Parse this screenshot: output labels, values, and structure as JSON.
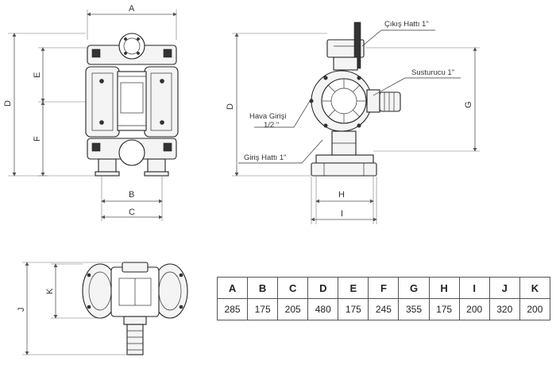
{
  "front_view": {
    "labels": {
      "a": "A",
      "b": "B",
      "c": "C",
      "d": "D",
      "e": "E",
      "f": "F"
    }
  },
  "side_view": {
    "labels": {
      "d": "D",
      "g": "G",
      "h": "H",
      "i": "I"
    },
    "callouts": {
      "outlet": "Çıkış Hattı 1\"",
      "muffler": "Susturucu 1\"",
      "air_inlet": "Hava Girişi",
      "air_inlet_size": "1/2 \"",
      "inlet": "Giriş Hattı 1\""
    }
  },
  "top_view": {
    "labels": {
      "j": "J",
      "k": "K"
    }
  },
  "dimension_table": {
    "headers": [
      "A",
      "B",
      "C",
      "D",
      "E",
      "F",
      "G",
      "H",
      "I",
      "J",
      "K"
    ],
    "values": [
      "285",
      "175",
      "205",
      "480",
      "175",
      "245",
      "355",
      "175",
      "200",
      "320",
      "200"
    ]
  }
}
